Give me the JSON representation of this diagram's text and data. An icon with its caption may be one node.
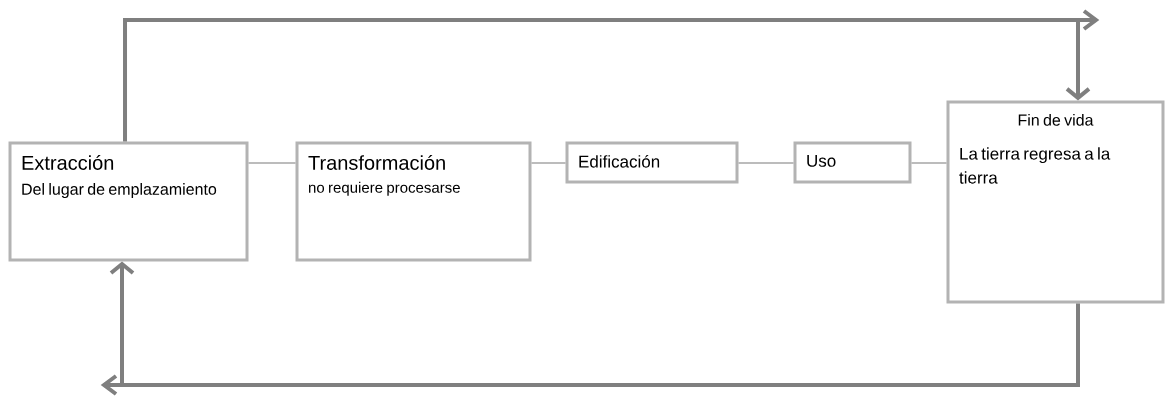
{
  "diagram": {
    "nodes": [
      {
        "text": [
          "Extracción",
          "Del lugar de emplazamiento"
        ]
      },
      {
        "text": [
          "Transformación",
          "no requiere procesarse"
        ]
      },
      {
        "text": [
          "Edificación"
        ]
      },
      {
        "text": [
          "Uso"
        ]
      },
      {
        "text": [
          "Fin de vida",
          "La tierra regresa a la tierra"
        ]
      }
    ],
    "edges": [
      {
        "from": 0,
        "to": 1,
        "arrow": "none"
      },
      {
        "from": 1,
        "to": 2,
        "arrow": "none"
      },
      {
        "from": 2,
        "to": 3,
        "arrow": "none"
      },
      {
        "from": 3,
        "to": 4,
        "arrow": "none"
      },
      {
        "from": 0,
        "to": 4,
        "arrow": "to",
        "style": "thick",
        "color": "#7f7f7f"
      },
      {
        "from": 4,
        "to": 0,
        "arrow": "to",
        "style": "thick",
        "color": "#7f7f7f"
      }
    ]
  }
}
